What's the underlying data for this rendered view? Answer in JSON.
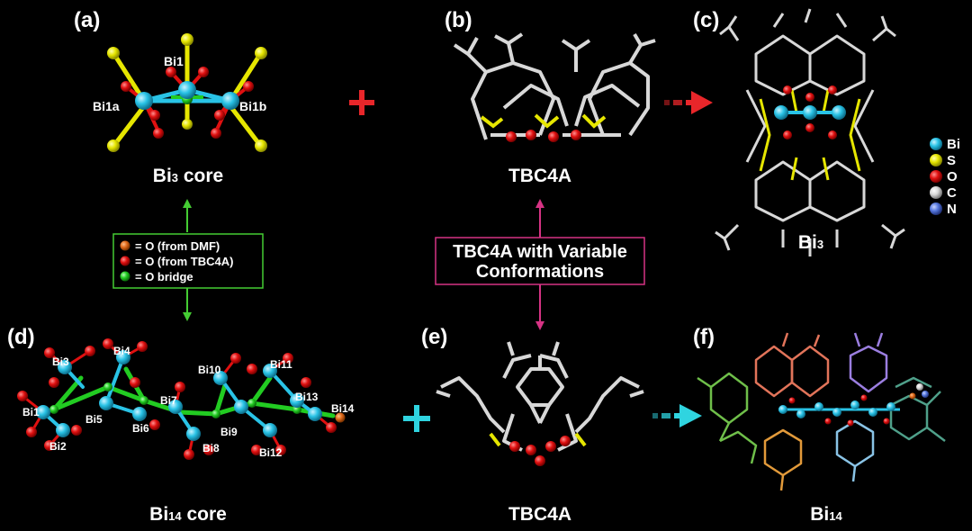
{
  "panel_labels": [
    "(a)",
    "(b)",
    "(c)",
    "(d)",
    "(e)",
    "(f)"
  ],
  "captions": {
    "a": {
      "main": "Bi",
      "sub": "3",
      "rest": " core"
    },
    "b": "TBC4A",
    "c": {
      "main": "Bi",
      "sub": "3"
    },
    "d": {
      "main": "Bi",
      "sub": "14",
      "rest": " core"
    },
    "e": "TBC4A",
    "f": {
      "main": "Bi",
      "sub": "14"
    }
  },
  "bi3_atom_labels": [
    "Bi1",
    "Bi1a",
    "Bi1b"
  ],
  "bi14_atom_labels": [
    "Bi1",
    "Bi2",
    "Bi3",
    "Bi4",
    "Bi5",
    "Bi6",
    "Bi7",
    "Bi8",
    "Bi9",
    "Bi10",
    "Bi11",
    "Bi12",
    "Bi13",
    "Bi14"
  ],
  "oxygen_legend": [
    {
      "label": "= O (from DMF)",
      "color": "#e06a1b"
    },
    {
      "label": "= O (from TBC4A)",
      "color": "#e01010"
    },
    {
      "label": "= O bridge",
      "color": "#22cc22"
    }
  ],
  "conformation_box": {
    "line1": "TBC4A with Variable",
    "line2": "Conformations",
    "border_color": "#d63384"
  },
  "element_legend": [
    {
      "symbol": "Bi",
      "color": "#29c3e6"
    },
    {
      "symbol": "S",
      "color": "#e6e600"
    },
    {
      "symbol": "O",
      "color": "#e01010"
    },
    {
      "symbol": "C",
      "color": "#d8d8d8"
    },
    {
      "symbol": "N",
      "color": "#5577dd"
    }
  ],
  "colors": {
    "plus_top": "#e8262a",
    "plus_bottom": "#2fd4e0",
    "arrow_top": "#e8262a",
    "arrow_bottom": "#2fd4e0",
    "link_green": "#44cc33",
    "link_magenta": "#d63384"
  }
}
